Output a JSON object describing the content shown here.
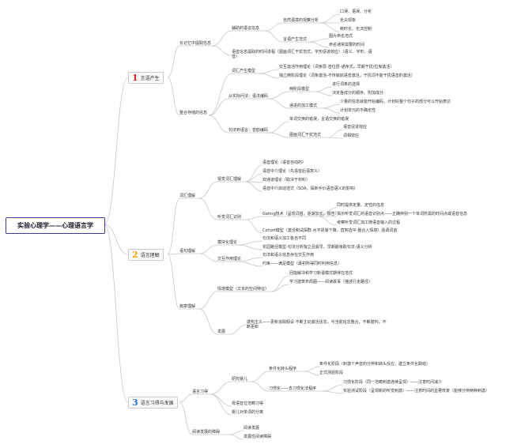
{
  "root": "实验心理学——心理语言学",
  "colors": {
    "b1": "#e02020",
    "b2": "#f2a400",
    "b3": "#2a72d4",
    "line": "#c8c8c8"
  },
  "nodes": {
    "b1": {
      "num": "1",
      "label": "言语产生"
    },
    "b1_l1": "长记忆中提取信息",
    "b1_l1_a": "辅助的语言信息",
    "b1_l1_a1": "自然语境的观察分析",
    "b1_l1_a1a": "口误、语误、分析",
    "b1_l1_a1b": "舌尖现象",
    "b1_l1_a1c": "耗时长、无法控制",
    "b1_l1_a2": "言语产生范式",
    "b1_l1_a2a": "图片命名范式",
    "b1_l1_a2b": "命名通常需要的时间",
    "b1_l1_b": "语音信息提取的时间进程（图画词汇干扰范式，字形促进效应）（语义、字形、语音）",
    "b1_l2": "整合存储的信息",
    "b1_l2_a": "词汇产生模型",
    "b1_l2_a1": "交互激活作用理论（词条层-音位层-通序式，早期干扰/拉曳激活）",
    "b1_l2_a2": "独立两阶段理论（词条激活-不传输前语音激活，干扰词不能干扰语音的激活）",
    "b1_l2_b": "从实际问法：语法编码",
    "b1_l2_b1": "两阶段模型",
    "b1_l2_b1a": "进行词条的选择",
    "b1_l2_b1b": "决定各成分的顺序、附加成分",
    "b1_l2_b2": "递进的加工模式",
    "b1_l2_b2a": "少量的信息就能开始编码，计划好整个句子的部分可以开始表达",
    "b1_l2_b2b": "计划单元的不确定性",
    "b1_l2_c": "句法到语言：音韵编码",
    "b1_l2_c1": "单词交换的错误，言语交换的错误",
    "b1_l2_c2": "图画词汇干扰范式",
    "b1_l2_c2a": "语音促进效应",
    "b1_l2_c2b": "词相效应",
    "b2": {
      "num": "2",
      "label": "语言理解"
    },
    "b2_l1": "词汇理解",
    "b2_l1_a": "视觉词汇理解",
    "b2_l1_a1": "语音理论（语音自动的）",
    "b2_l1_a2": "语音中介理论（先语音后语意义）",
    "b2_l1_a3": "双通道理论（取决于材料）",
    "b2_l1_a4": "语音中介启动范式（SOA，探新手价语音语义的影响）",
    "b2_l1_b": "听觉词汇识别",
    "b2_l1_b1": "Gating技术（呈现词首，逐渐加长，报告）",
    "b2_l1_b1a": "同时提供定量、定性的信息",
    "b2_l1_b1b": "揭示听觉词汇的语音识别点——正确辨别一个单词所需的时间点或语音信息",
    "b2_l1_b1c": "考察听觉词汇加工随语音输入的过程",
    "b2_l1_b2": "Cohort模型（激活和试探群-水平逐渐下降，直到选中-整合入情境）强调词首",
    "b2_l2": "语句理解",
    "b2_l2_a": "模块化理论",
    "b2_l2_a1": "句法和语义加工各自不同",
    "b2_l2_a2": "花园路径模型-句法分析独立且最早，早期最吸取句法-语义分析",
    "b2_l2_b": "交互作用理论",
    "b2_l2_b1": "句法和语义信息存在交互作用",
    "b2_l2_b2": "约束——满足模型（最初所得同时利用信息）",
    "b2_l3": "篇章理解",
    "b2_l3_a": "情境模型（文本的空间特征）",
    "b2_l3_a1": "回指解决和学习新语模式期待在范式",
    "b2_l3_a2": "学习建筑布局图——阅读故事（描述行走路径）",
    "b2_l3_b": "发展",
    "b2_l3_b1": "建构主义——更新追踪假设 不断主动激活信息，与当前信息整合，不断建构，不断更新",
    "b3": {
      "num": "3",
      "label": "语言习得与发展"
    },
    "b3_l1": "语言习得",
    "b3_l1_a": "研究婴儿",
    "b3_l1_a1": "条件化转头程序",
    "b3_l1_a1a": "条件化阶段（刺激个声音的分辨和转头反应，建立条件化联结）",
    "b3_l1_a1b": "正式测验阶段",
    "b3_l1_a2": "习惯化——去习惯化法程序",
    "b3_l1_a2a": "习惯化阶段（同一范畴刺激连续呈现）——注意时间减少",
    "b3_l1_a2b": "实验测试阶段（呈现新的听觉刺激）——注意时间的显著恢复（能够分辨两种刺激）",
    "b3_l1_b": "母语音位范畴习得",
    "b3_l1_c": "婴儿对单词的分离",
    "b3_l2": "阅读发展的障碍",
    "b3_l2_a": "阅读发展",
    "b3_l2_b": "发展性阅读障碍"
  }
}
